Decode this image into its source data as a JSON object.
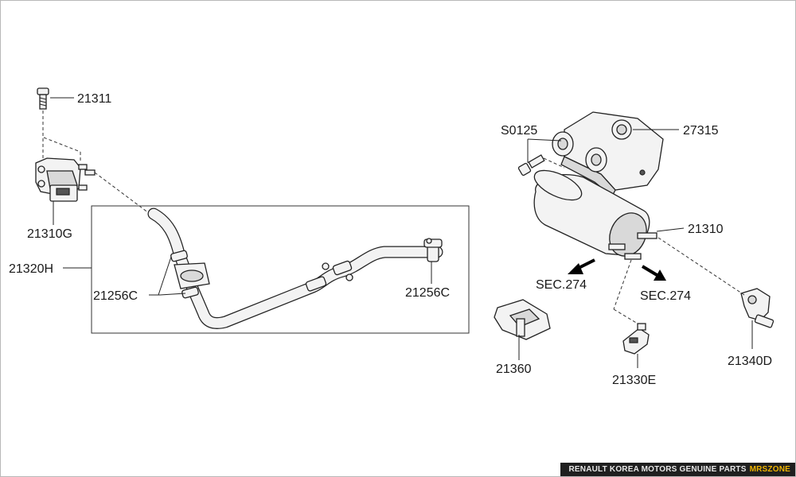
{
  "labels": {
    "p21311": "21311",
    "p21310G": "21310G",
    "p21320H": "21320H",
    "p21256C_left": "21256C",
    "p21256C_right": "21256C",
    "pS0125": "S0125",
    "p27315": "27315",
    "p21310": "21310",
    "sec274_left": "SEC.274",
    "sec274_right": "SEC.274",
    "p21360": "21360",
    "p21330E": "21330E",
    "p21340D": "21340D"
  },
  "footer": {
    "text": "RENAULT KOREA MOTORS GENUINE PARTS",
    "brand": "MRSZONE"
  },
  "colors": {
    "brand": "#f0b400",
    "footer_bg": "#1f1f1f"
  }
}
